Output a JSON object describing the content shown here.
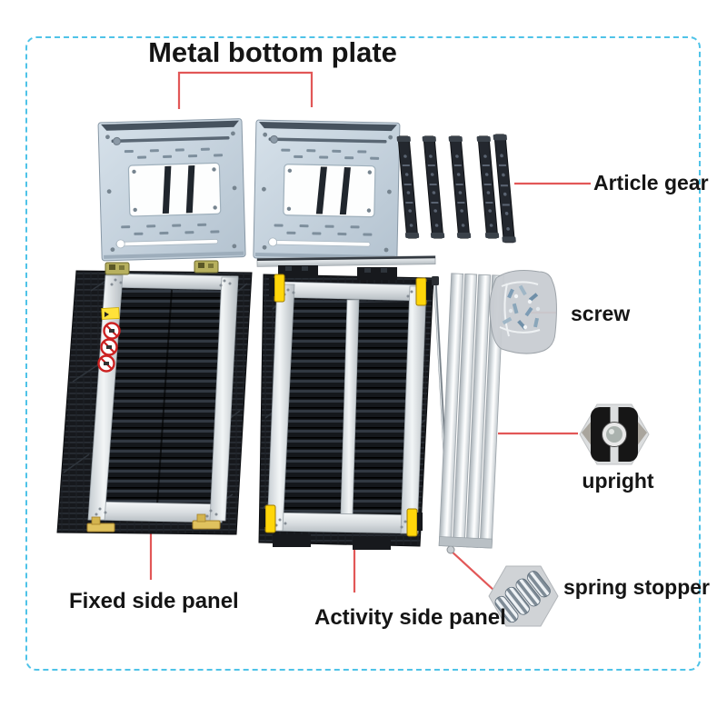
{
  "diagram": {
    "title": "Metal bottom plate",
    "labels": {
      "article_gear": "Article gear",
      "screw": "screw",
      "upright": "upright",
      "spring_stopper": "spring stopper",
      "fixed_side_panel": "Fixed side panel",
      "activity_side_panel": "Activity side panel"
    },
    "parts": [
      {
        "id": "metal-bottom-plate",
        "label": "Metal bottom plate",
        "count_shown": 2
      },
      {
        "id": "article-gear",
        "label": "Article gear",
        "count_shown": 5
      },
      {
        "id": "screw",
        "label": "screw",
        "count_shown": 1
      },
      {
        "id": "upright",
        "label": "upright",
        "count_shown": 4
      },
      {
        "id": "spring-stopper",
        "label": "spring stopper",
        "count_shown": 1
      },
      {
        "id": "fixed-side-panel",
        "label": "Fixed side panel",
        "count_shown": 1
      },
      {
        "id": "activity-side-panel",
        "label": "Activity side panel",
        "count_shown": 1
      }
    ],
    "colors": {
      "leader_line_red": "#e25757",
      "frame_dashed_blue": "#4fc3e8",
      "metal_plate": "#c7d3df",
      "panel_black": "#1a1d21",
      "rail_silver": "#d7dcdf",
      "clip_yellow": "#ffd60a",
      "bracket_gold": "#e0c25e",
      "label_text": "#151515"
    }
  }
}
